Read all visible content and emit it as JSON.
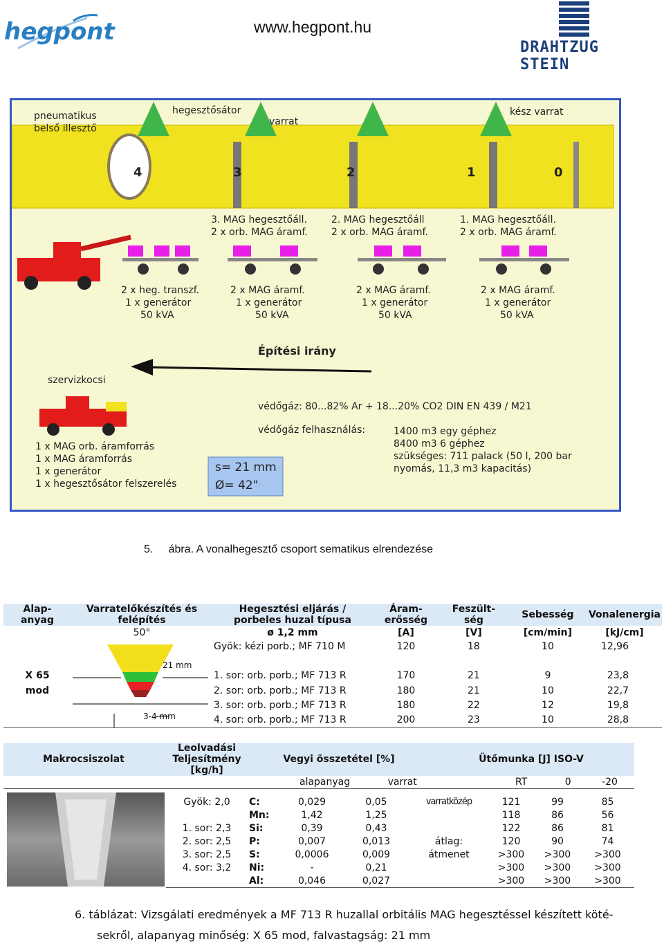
{
  "header": {
    "logo_left": "hegpont",
    "url": "www.hegpont.hu",
    "logo_right": "DRAHTZUG STEIN"
  },
  "diagram": {
    "labels": {
      "pneumatic": [
        "pneumatikus",
        "belső illesztő"
      ],
      "station": "hegesztősátor",
      "seam": "varrat",
      "finished": "kész varrat",
      "numbers": [
        "4",
        "3",
        "2",
        "1",
        "0"
      ],
      "stations": [
        [
          "3. MAG hegesztőáll.",
          "2 x orb. MAG áramf."
        ],
        [
          "2. MAG hegesztőáll",
          "2 x orb. MAG áramf."
        ],
        [
          "1. MAG hegesztőáll.",
          "2 x orb. MAG áramf."
        ]
      ],
      "carts": [
        [
          "2 x heg. transzf.",
          "1 x generátor",
          "50 kVA"
        ],
        [
          "2 x MAG áramf.",
          "1 x generátor",
          "50 kVA"
        ],
        [
          "2 x MAG áramf.",
          "1 x generátor",
          "50 kVA"
        ],
        [
          "2 x MAG áramf.",
          "1 x generátor",
          "50 kVA"
        ]
      ],
      "direction": "Építési irány",
      "service": "szervizkocsi",
      "service_list": [
        "1 x MAG orb. áramforrás",
        "1 x MAG áramforrás",
        "1 x generátor",
        "1 x hegesztősátor felszerelés"
      ],
      "gas": "védőgáz: 80...82% Ar + 18...20% CO2 DIN EN 439 / M21",
      "gas_use": "védőgáz felhasználás:",
      "gas_values": [
        "1400 m3 egy géphez",
        "8400 m3 6 géphez",
        "szükséges: 711 palack (50 l, 200 bar",
        "nyomás, 11,3 m3 kapacitás)"
      ],
      "spec": [
        "s= 21 mm",
        "Ø= 42\""
      ]
    }
  },
  "figure_caption": "5.     ábra. A vonalhegesztő csoport sematikus elrendezése",
  "table1": {
    "headers": [
      "Alap-\nanyag",
      "Varratelőkészítés és felépítés",
      "Hegesztési eljárás / porbeles huzal típusa",
      "Áram-\nerősség",
      "Feszült-\nség",
      "Sebesség",
      "Vonalenergia"
    ],
    "units": [
      "",
      "50°",
      "ø 1,2 mm",
      "[A]",
      "[V]",
      "[cm/min]",
      "[kJ/cm]"
    ],
    "material": [
      "X 65",
      "mod"
    ],
    "prep_labels": [
      "21 mm",
      "3-4 mm"
    ],
    "rows": [
      [
        "Gyök: kézi porb.; MF 710 M",
        "120",
        "18",
        "10",
        "12,96"
      ],
      [
        "1. sor: orb. porb.; MF 713 R",
        "170",
        "21",
        "9",
        "23,8"
      ],
      [
        "2. sor: orb. porb.; MF 713 R",
        "180",
        "21",
        "10",
        "22,7"
      ],
      [
        "3. sor: orb. porb.; MF 713 R",
        "180",
        "22",
        "12",
        "19,8"
      ],
      [
        "4. sor: orb. porb.; MF 713 R",
        "200",
        "23",
        "10",
        "28,8"
      ]
    ]
  },
  "table2": {
    "headers": [
      "Makrocsiszolat",
      "Leolvadási Teljesítmény [kg/h]",
      "Vegyi összetétel [%]",
      "Ütőmunka [J] ISO-V"
    ],
    "subheaders": [
      "alapanyag",
      "varrat",
      "RT",
      "0",
      "-20"
    ],
    "rate_rows": [
      "Gyök: 2,0",
      "",
      "1. sor: 2,3",
      "2. sor: 2,5",
      "3. sor: 2,5",
      "4. sor: 3,2",
      ""
    ],
    "chem_rows": [
      [
        "C:",
        "0,029",
        "0,05"
      ],
      [
        "Mn:",
        "1,42",
        "1,25"
      ],
      [
        "Si:",
        "0,39",
        "0,43"
      ],
      [
        "P:",
        "0,007",
        "0,013"
      ],
      [
        "S:",
        "0,0006",
        "0,009"
      ],
      [
        "Ni:",
        "-",
        "0,21"
      ],
      [
        "Al:",
        "0,046",
        "0,027"
      ]
    ],
    "impact_rows": [
      [
        "varratközép",
        "121",
        "99",
        "85"
      ],
      [
        "",
        "118",
        "86",
        "56"
      ],
      [
        "",
        "122",
        "86",
        "81"
      ],
      [
        "átlag:",
        "120",
        "90",
        "74"
      ],
      [
        "átmenet",
        ">300",
        ">300",
        ">300"
      ],
      [
        "",
        ">300",
        ">300",
        ">300"
      ],
      [
        "",
        ">300",
        ">300",
        ">300"
      ]
    ]
  },
  "table_caption": [
    "6.  táblázat: Vizsgálati eredmények a MF 713 R huzallal orbitális MAG hegesztéssel készített köté-",
    "sekről, alapanyag minőség: X 65 mod, falvastagság: 21 mm"
  ]
}
